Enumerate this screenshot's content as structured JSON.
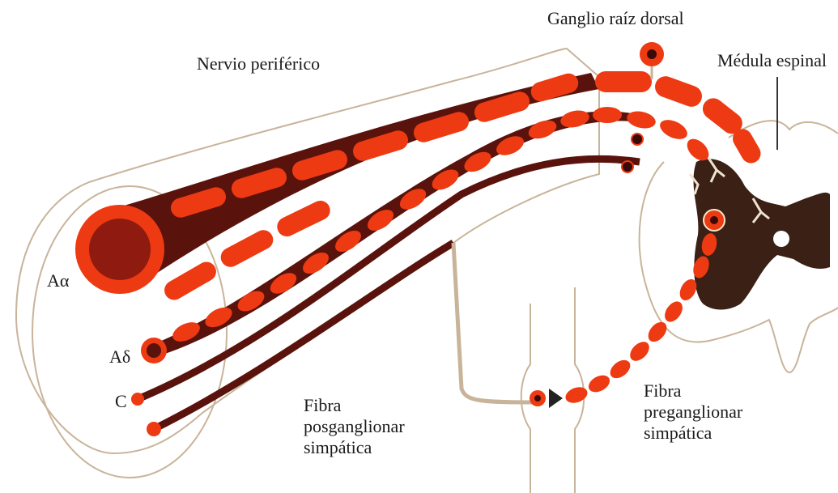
{
  "labels": {
    "ganglio": "Ganglio raíz dorsal",
    "nervio": "Nervio periférico",
    "medula": "Médula espinal",
    "a_alpha": "Aα",
    "a_delta": "Aδ",
    "c_fiber": "C",
    "posgang": [
      "Fibra",
      "posganglionar",
      "simpática"
    ],
    "pregang": [
      "Fibra",
      "preganglionar",
      "simpática"
    ]
  },
  "colors": {
    "myelin": "#ee3a12",
    "myelin_dark": "#b8250a",
    "axon": "#3d0c08",
    "axon_fill": "#5a130c",
    "cord_grey": "#3a2015",
    "outline": "#c8b49a",
    "label": "#1a1a1a"
  }
}
